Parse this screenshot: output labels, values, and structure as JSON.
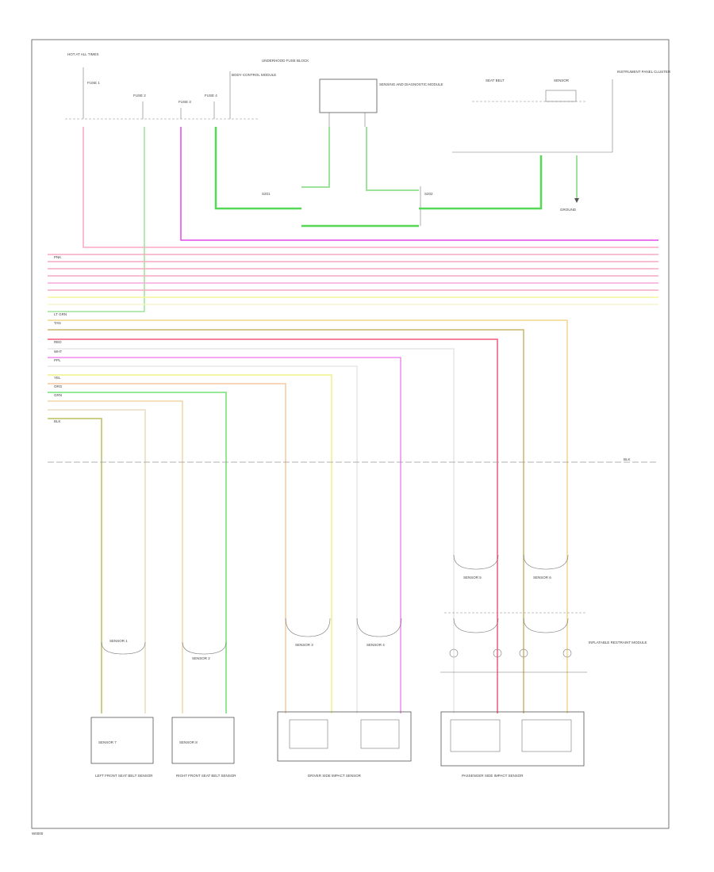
{
  "footer_code": "W0000",
  "colors": {
    "pink": "#f7a8c0",
    "lightgreen": "#9de39b",
    "green": "#55d855",
    "magenta": "#e24ce8",
    "yellow": "#f5f59a",
    "orange": "#f2c070",
    "red": "#f05a78",
    "white": "#e9e9e9",
    "olive": "#b9b970"
  },
  "top": {
    "hot_at_all_times": "HOT AT ALL TIMES",
    "underhood_fuse": "UNDERHOOD FUSE BLOCK",
    "fuse_a": "FUSE 1",
    "fuse_b": "FUSE 2",
    "fuse_c": "FUSE 3",
    "fuse_d": "FUSE 4",
    "power_note": "BODY CONTROL MODULE",
    "module_label": "SENSING AND DIAGNOSTIC MODULE",
    "seat_belt": "SEAT BELT",
    "sensor": "SENSOR",
    "instrument_cluster": "INSTRUMENT PANEL CLUSTER",
    "ground": "GROUND",
    "splice_a": "S201",
    "splice_b": "S202"
  },
  "wire_labels": {
    "pnk": "PNK",
    "lt_grn": "LT GRN",
    "grn": "GRN",
    "ppl": "PPL",
    "yel": "YEL",
    "tan": "TAN",
    "red": "RED",
    "wht": "WHT",
    "org": "ORG",
    "blk": "BLK"
  },
  "modules": {
    "sensor_1": "SENSOR 1",
    "sensor_2": "SENSOR 2",
    "sensor_3": "SENSOR 3",
    "sensor_4": "SENSOR 4",
    "sensor_5": "SENSOR 5",
    "sensor_6": "SENSOR 6",
    "sensor_7": "SENSOR 7",
    "sensor_8": "SENSOR 8"
  },
  "bottom_labels": {
    "left_1": "LEFT FRONT SEAT BELT SENSOR",
    "left_2": "RIGHT FRONT SEAT BELT SENSOR",
    "middle": "DRIVER SIDE IMPACT SENSOR",
    "right": "PASSENGER SIDE IMPACT SENSOR",
    "right_note": "INFLATABLE RESTRAINT MODULE"
  }
}
